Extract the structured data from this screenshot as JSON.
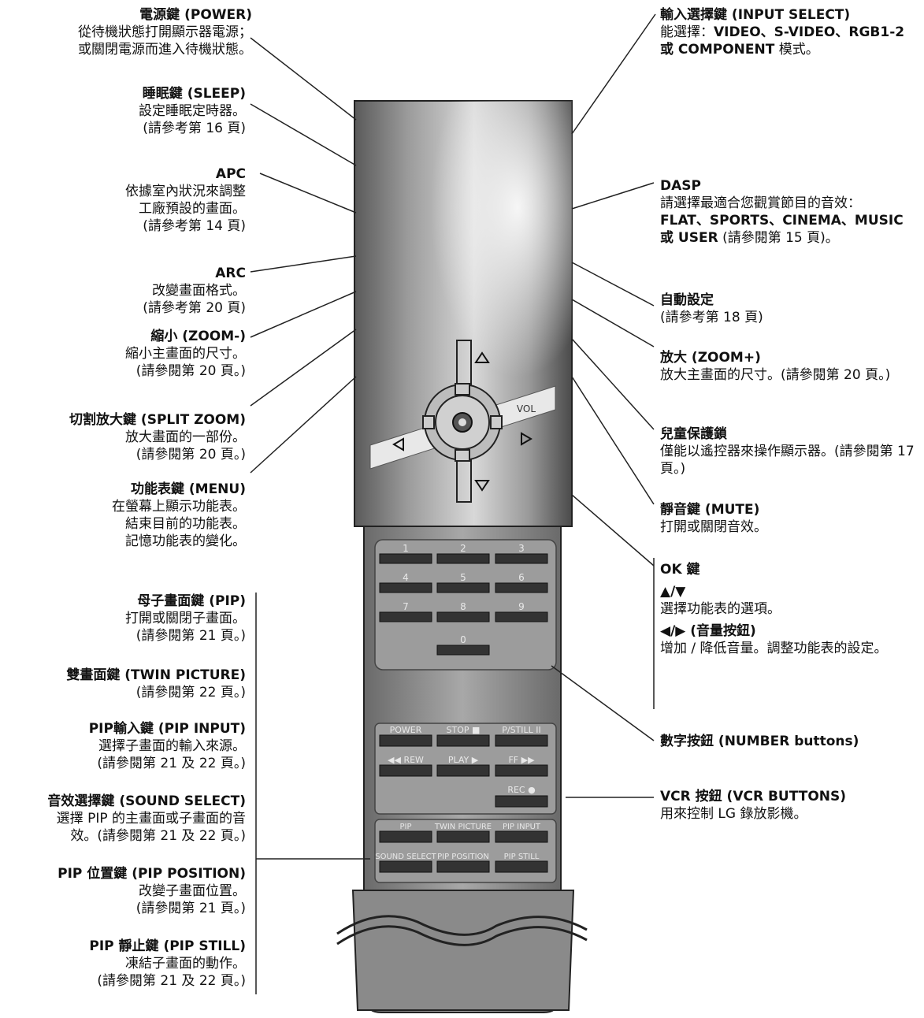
{
  "left_labels": [
    {
      "title": "電源鍵 (POWER)",
      "desc": "從待機狀態打開顯示器電源；\n或關閉電源而進入待機狀態。"
    },
    {
      "title": "睡眠鍵 (SLEEP)",
      "desc": "設定睡眠定時器。\n(請參考第 16 頁)"
    },
    {
      "title": "APC",
      "desc": "依據室內狀況來調整\n工廠預設的畫面。\n(請參考第 14 頁)"
    },
    {
      "title": "ARC",
      "desc": "改變畫面格式。\n(請參考第 20 頁)"
    },
    {
      "title": "縮小 (ZOOM-)",
      "desc": "縮小主畫面的尺寸。\n(請參閱第 20 頁。)"
    },
    {
      "title": "切割放大鍵 (SPLIT ZOOM)",
      "desc": "放大畫面的一部份。\n(請參閱第 20 頁。)"
    },
    {
      "title": "功能表鍵 (MENU)",
      "desc": "在螢幕上顯示功能表。\n結束目前的功能表。\n記憶功能表的變化。"
    },
    {
      "title": "母子畫面鍵 (PIP)",
      "desc": "打開或關閉子畫面。\n(請參閱第 21 頁。)"
    },
    {
      "title": "雙畫面鍵 (TWIN PICTURE)",
      "desc": "(請參閱第 22 頁。)"
    },
    {
      "title": "PIP輸入鍵 (PIP INPUT)",
      "desc": "選擇子畫面的輸入來源。\n(請參閱第 21 及 22 頁。)"
    },
    {
      "title": "音效選擇鍵 (SOUND SELECT)",
      "desc": "選擇 PIP 的主畫面或子畫面的音\n效。(請參閱第 21 及 22 頁。)"
    },
    {
      "title": "PIP 位置鍵 (PIP POSITION)",
      "desc": "改變子畫面位置。\n(請參閱第 21 頁。)"
    },
    {
      "title": "PIP 靜止鍵 (PIP STILL)",
      "desc": "凍結子畫面的動作。\n(請參閱第 21 及 22 頁。)"
    }
  ],
  "right_labels": {
    "input_select": {
      "title": "輸入選擇鍵 (INPUT SELECT)",
      "desc_prefix": "能選擇：",
      "desc_modes": "VIDEO、S-VIDEO、RGB1-2 或 COMPONENT",
      "desc_suffix": "模式。"
    },
    "dasp": {
      "title": "DASP",
      "desc": "請選擇最適合您觀賞節目的音效：",
      "modes": "FLAT、SPORTS、CINEMA、MUSIC 或 USER",
      "ref": "(請參閱第 15 頁)。"
    },
    "auto": {
      "title": "自動設定",
      "desc": "(請參考第 18 頁)"
    },
    "zoom_plus": {
      "title": "放大 (ZOOM+)",
      "desc": "放大主畫面的尺寸。(請參閱第 20 頁。)"
    },
    "child_lock": {
      "title": "兒童保護鎖",
      "desc": "僅能以遙控器來操作顯示器。(請參閱第 17 頁。)"
    },
    "mute": {
      "title": "靜音鍵 (MUTE)",
      "desc": "打開或關閉音效。"
    },
    "ok": {
      "title": "OK 鍵",
      "updown": "▲/▼",
      "updown_desc": "選擇功能表的選項。",
      "leftright": "◀/▶ (音量按鈕)",
      "leftright_desc": "增加 / 降低音量。調整功能表的設定。"
    },
    "number": {
      "title": "數字按鈕 (NUMBER buttons)"
    },
    "vcr": {
      "title": "VCR 按鈕 (VCR BUTTONS)",
      "desc": "用來控制 LG 錄放影機。"
    }
  },
  "remote": {
    "vol_label": "VOL",
    "number_keys": [
      "1",
      "2",
      "3",
      "4",
      "5",
      "6",
      "7",
      "8",
      "9",
      "0"
    ],
    "vcr_keys": [
      "POWER",
      "STOP ■",
      "P/STILL II",
      "◀◀ REW",
      "PLAY ▶",
      "FF ▶▶",
      "REC ●"
    ],
    "pip_keys": [
      "PIP",
      "TWIN PICTURE",
      "PIP INPUT",
      "SOUND SELECT",
      "PIP POSITION",
      "PIP STILL"
    ]
  },
  "colors": {
    "text": "#111111",
    "line": "#222222",
    "remote_body": "#8a8a8a",
    "cover": "#9a9a9a"
  }
}
